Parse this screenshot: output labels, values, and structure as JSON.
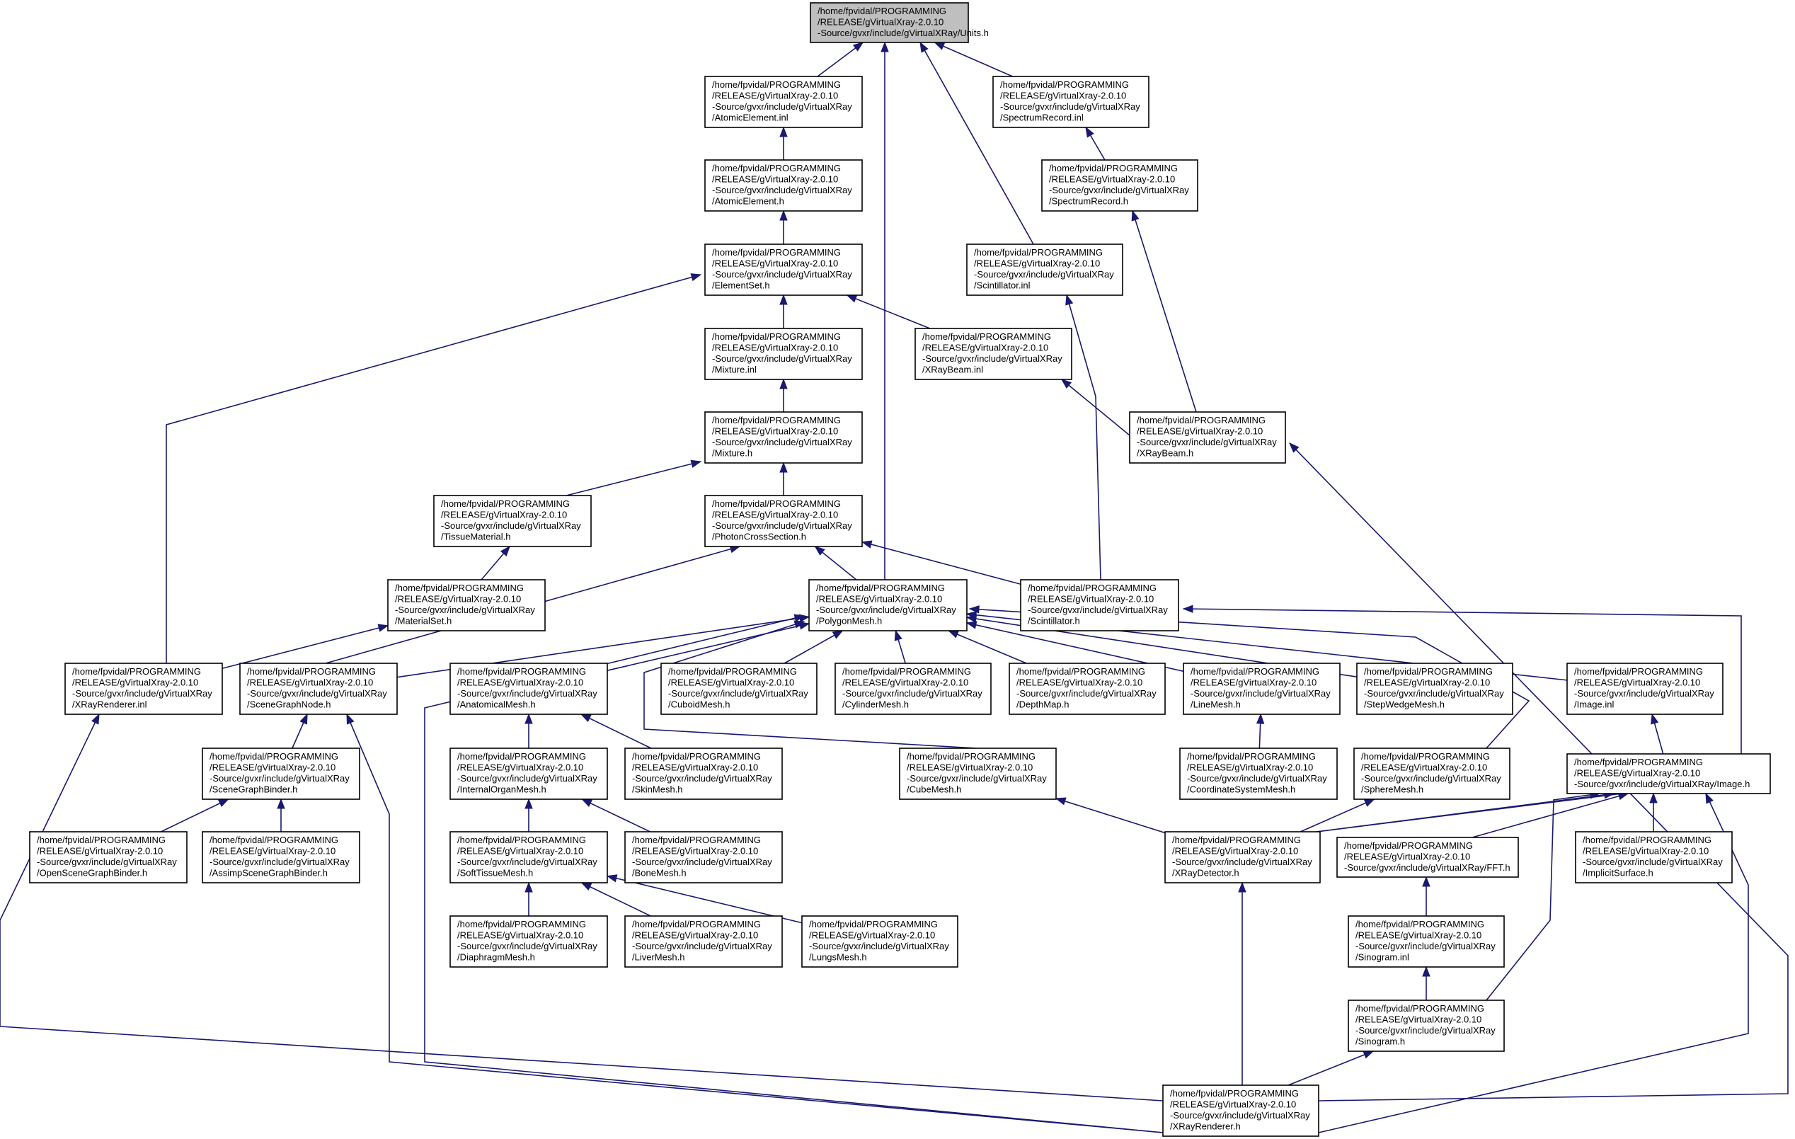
{
  "graph": {
    "type": "include-dependency-graph",
    "edge_color": "#191970",
    "root_fill": "#bfbfbf",
    "node_fill": "#ffffff",
    "nodes": [
      {
        "id": "units_h",
        "root": true,
        "lines": [
          "/home/fpvidal/PROGRAMMING",
          "/RELEASE/gVirtualXray-2.0.10",
          "-Source/gvxr/include/gVirtualXRay/Units.h"
        ]
      },
      {
        "id": "atomicelement_inl",
        "lines": [
          "/home/fpvidal/PROGRAMMING",
          "/RELEASE/gVirtualXray-2.0.10",
          "-Source/gvxr/include/gVirtualXRay",
          "/AtomicElement.inl"
        ]
      },
      {
        "id": "spectrumrecord_inl",
        "lines": [
          "/home/fpvidal/PROGRAMMING",
          "/RELEASE/gVirtualXray-2.0.10",
          "-Source/gvxr/include/gVirtualXRay",
          "/SpectrumRecord.inl"
        ]
      },
      {
        "id": "atomicelement_h",
        "lines": [
          "/home/fpvidal/PROGRAMMING",
          "/RELEASE/gVirtualXray-2.0.10",
          "-Source/gvxr/include/gVirtualXRay",
          "/AtomicElement.h"
        ]
      },
      {
        "id": "spectrumrecord_h",
        "lines": [
          "/home/fpvidal/PROGRAMMING",
          "/RELEASE/gVirtualXray-2.0.10",
          "-Source/gvxr/include/gVirtualXRay",
          "/SpectrumRecord.h"
        ]
      },
      {
        "id": "elementset_h",
        "lines": [
          "/home/fpvidal/PROGRAMMING",
          "/RELEASE/gVirtualXray-2.0.10",
          "-Source/gvxr/include/gVirtualXRay",
          "/ElementSet.h"
        ]
      },
      {
        "id": "scintillator_inl",
        "lines": [
          "/home/fpvidal/PROGRAMMING",
          "/RELEASE/gVirtualXray-2.0.10",
          "-Source/gvxr/include/gVirtualXRay",
          "/Scintillator.inl"
        ]
      },
      {
        "id": "mixture_inl",
        "lines": [
          "/home/fpvidal/PROGRAMMING",
          "/RELEASE/gVirtualXray-2.0.10",
          "-Source/gvxr/include/gVirtualXRay",
          "/Mixture.inl"
        ]
      },
      {
        "id": "xraybeam_inl",
        "lines": [
          "/home/fpvidal/PROGRAMMING",
          "/RELEASE/gVirtualXray-2.0.10",
          "-Source/gvxr/include/gVirtualXRay",
          "/XRayBeam.inl"
        ]
      },
      {
        "id": "mixture_h",
        "lines": [
          "/home/fpvidal/PROGRAMMING",
          "/RELEASE/gVirtualXray-2.0.10",
          "-Source/gvxr/include/gVirtualXRay",
          "/Mixture.h"
        ]
      },
      {
        "id": "xraybeam_h",
        "lines": [
          "/home/fpvidal/PROGRAMMING",
          "/RELEASE/gVirtualXray-2.0.10",
          "-Source/gvxr/include/gVirtualXRay",
          "/XRayBeam.h"
        ]
      },
      {
        "id": "tissuematerial_h",
        "lines": [
          "/home/fpvidal/PROGRAMMING",
          "/RELEASE/gVirtualXray-2.0.10",
          "-Source/gvxr/include/gVirtualXRay",
          "/TissueMaterial.h"
        ]
      },
      {
        "id": "photoncrosssection_h",
        "lines": [
          "/home/fpvidal/PROGRAMMING",
          "/RELEASE/gVirtualXray-2.0.10",
          "-Source/gvxr/include/gVirtualXRay",
          "/PhotonCrossSection.h"
        ]
      },
      {
        "id": "materialset_h",
        "lines": [
          "/home/fpvidal/PROGRAMMING",
          "/RELEASE/gVirtualXray-2.0.10",
          "-Source/gvxr/include/gVirtualXRay",
          "/MaterialSet.h"
        ]
      },
      {
        "id": "polygonmesh_h",
        "lines": [
          "/home/fpvidal/PROGRAMMING",
          "/RELEASE/gVirtualXray-2.0.10",
          "-Source/gvxr/include/gVirtualXRay",
          "/PolygonMesh.h"
        ]
      },
      {
        "id": "scintillator_h",
        "lines": [
          "/home/fpvidal/PROGRAMMING",
          "/RELEASE/gVirtualXray-2.0.10",
          "-Source/gvxr/include/gVirtualXRay",
          "/Scintillator.h"
        ]
      },
      {
        "id": "xrayrenderer_inl",
        "lines": [
          "/home/fpvidal/PROGRAMMING",
          "/RELEASE/gVirtualXray-2.0.10",
          "-Source/gvxr/include/gVirtualXRay",
          "/XRayRenderer.inl"
        ]
      },
      {
        "id": "scenegraphnode_h",
        "lines": [
          "/home/fpvidal/PROGRAMMING",
          "/RELEASE/gVirtualXray-2.0.10",
          "-Source/gvxr/include/gVirtualXRay",
          "/SceneGraphNode.h"
        ]
      },
      {
        "id": "anatomicalmesh_h",
        "lines": [
          "/home/fpvidal/PROGRAMMING",
          "/RELEASE/gVirtualXray-2.0.10",
          "-Source/gvxr/include/gVirtualXRay",
          "/AnatomicalMesh.h"
        ]
      },
      {
        "id": "cuboidmesh_h",
        "lines": [
          "/home/fpvidal/PROGRAMMING",
          "/RELEASE/gVirtualXray-2.0.10",
          "-Source/gvxr/include/gVirtualXRay",
          "/CuboidMesh.h"
        ]
      },
      {
        "id": "cylindermesh_h",
        "lines": [
          "/home/fpvidal/PROGRAMMING",
          "/RELEASE/gVirtualXray-2.0.10",
          "-Source/gvxr/include/gVirtualXRay",
          "/CylinderMesh.h"
        ]
      },
      {
        "id": "depthmap_h",
        "lines": [
          "/home/fpvidal/PROGRAMMING",
          "/RELEASE/gVirtualXray-2.0.10",
          "-Source/gvxr/include/gVirtualXRay",
          "/DepthMap.h"
        ]
      },
      {
        "id": "linemesh_h",
        "lines": [
          "/home/fpvidal/PROGRAMMING",
          "/RELEASE/gVirtualXray-2.0.10",
          "-Source/gvxr/include/gVirtualXRay",
          "/LineMesh.h"
        ]
      },
      {
        "id": "stepwedgemesh_h",
        "lines": [
          "/home/fpvidal/PROGRAMMING",
          "/RELEASE/gVirtualXray-2.0.10",
          "-Source/gvxr/include/gVirtualXRay",
          "/StepWedgeMesh.h"
        ]
      },
      {
        "id": "image_inl",
        "lines": [
          "/home/fpvidal/PROGRAMMING",
          "/RELEASE/gVirtualXray-2.0.10",
          "-Source/gvxr/include/gVirtualXRay",
          "/Image.inl"
        ]
      },
      {
        "id": "scenegraphbinder_h",
        "lines": [
          "/home/fpvidal/PROGRAMMING",
          "/RELEASE/gVirtualXray-2.0.10",
          "-Source/gvxr/include/gVirtualXRay",
          "/SceneGraphBinder.h"
        ]
      },
      {
        "id": "internalorganmesh_h",
        "lines": [
          "/home/fpvidal/PROGRAMMING",
          "/RELEASE/gVirtualXray-2.0.10",
          "-Source/gvxr/include/gVirtualXRay",
          "/InternalOrganMesh.h"
        ]
      },
      {
        "id": "skinmesh_h",
        "lines": [
          "/home/fpvidal/PROGRAMMING",
          "/RELEASE/gVirtualXray-2.0.10",
          "-Source/gvxr/include/gVirtualXRay",
          "/SkinMesh.h"
        ]
      },
      {
        "id": "cubemesh_h",
        "lines": [
          "/home/fpvidal/PROGRAMMING",
          "/RELEASE/gVirtualXray-2.0.10",
          "-Source/gvxr/include/gVirtualXRay",
          "/CubeMesh.h"
        ]
      },
      {
        "id": "coordinatesystemmesh_h",
        "lines": [
          "/home/fpvidal/PROGRAMMING",
          "/RELEASE/gVirtualXray-2.0.10",
          "-Source/gvxr/include/gVirtualXRay",
          "/CoordinateSystemMesh.h"
        ]
      },
      {
        "id": "spheremesh_h",
        "lines": [
          "/home/fpvidal/PROGRAMMING",
          "/RELEASE/gVirtualXray-2.0.10",
          "-Source/gvxr/include/gVirtualXRay",
          "/SphereMesh.h"
        ]
      },
      {
        "id": "image_h",
        "lines": [
          "/home/fpvidal/PROGRAMMING",
          "/RELEASE/gVirtualXray-2.0.10",
          "-Source/gvxr/include/gVirtualXRay/Image.h"
        ]
      },
      {
        "id": "openscenegraphbinder_h",
        "lines": [
          "/home/fpvidal/PROGRAMMING",
          "/RELEASE/gVirtualXray-2.0.10",
          "-Source/gvxr/include/gVirtualXRay",
          "/OpenSceneGraphBinder.h"
        ]
      },
      {
        "id": "assimpscenegraphbinder_h",
        "lines": [
          "/home/fpvidal/PROGRAMMING",
          "/RELEASE/gVirtualXray-2.0.10",
          "-Source/gvxr/include/gVirtualXRay",
          "/AssimpSceneGraphBinder.h"
        ]
      },
      {
        "id": "softtissuemesh_h",
        "lines": [
          "/home/fpvidal/PROGRAMMING",
          "/RELEASE/gVirtualXray-2.0.10",
          "-Source/gvxr/include/gVirtualXRay",
          "/SoftTissueMesh.h"
        ]
      },
      {
        "id": "bonemesh_h",
        "lines": [
          "/home/fpvidal/PROGRAMMING",
          "/RELEASE/gVirtualXray-2.0.10",
          "-Source/gvxr/include/gVirtualXRay",
          "/BoneMesh.h"
        ]
      },
      {
        "id": "xraydetector_h",
        "lines": [
          "/home/fpvidal/PROGRAMMING",
          "/RELEASE/gVirtualXray-2.0.10",
          "-Source/gvxr/include/gVirtualXRay",
          "/XRayDetector.h"
        ]
      },
      {
        "id": "fft_h",
        "lines": [
          "/home/fpvidal/PROGRAMMING",
          "/RELEASE/gVirtualXray-2.0.10",
          "-Source/gvxr/include/gVirtualXRay/FFT.h"
        ]
      },
      {
        "id": "implicitsurface_h",
        "lines": [
          "/home/fpvidal/PROGRAMMING",
          "/RELEASE/gVirtualXray-2.0.10",
          "-Source/gvxr/include/gVirtualXRay",
          "/ImplicitSurface.h"
        ]
      },
      {
        "id": "diaphragmmesh_h",
        "lines": [
          "/home/fpvidal/PROGRAMMING",
          "/RELEASE/gVirtualXray-2.0.10",
          "-Source/gvxr/include/gVirtualXRay",
          "/DiaphragmMesh.h"
        ]
      },
      {
        "id": "livermesh_h",
        "lines": [
          "/home/fpvidal/PROGRAMMING",
          "/RELEASE/gVirtualXray-2.0.10",
          "-Source/gvxr/include/gVirtualXRay",
          "/LiverMesh.h"
        ]
      },
      {
        "id": "lungsmesh_h",
        "lines": [
          "/home/fpvidal/PROGRAMMING",
          "/RELEASE/gVirtualXray-2.0.10",
          "-Source/gvxr/include/gVirtualXRay",
          "/LungsMesh.h"
        ]
      },
      {
        "id": "sinogram_inl",
        "lines": [
          "/home/fpvidal/PROGRAMMING",
          "/RELEASE/gVirtualXray-2.0.10",
          "-Source/gvxr/include/gVirtualXRay",
          "/Sinogram.inl"
        ]
      },
      {
        "id": "sinogram_h",
        "lines": [
          "/home/fpvidal/PROGRAMMING",
          "/RELEASE/gVirtualXray-2.0.10",
          "-Source/gvxr/include/gVirtualXRay",
          "/Sinogram.h"
        ]
      },
      {
        "id": "xrayrenderer_h",
        "lines": [
          "/home/fpvidal/PROGRAMMING",
          "/RELEASE/gVirtualXray-2.0.10",
          "-Source/gvxr/include/gVirtualXRay",
          "/XRayRenderer.h"
        ]
      }
    ],
    "edges": [
      {
        "from": "atomicelement_inl",
        "to": "units_h"
      },
      {
        "from": "polygonmesh_h",
        "to": "units_h"
      },
      {
        "from": "scintillator_inl",
        "to": "units_h"
      },
      {
        "from": "spectrumrecord_inl",
        "to": "units_h"
      },
      {
        "from": "atomicelement_h",
        "to": "atomicelement_inl"
      },
      {
        "from": "spectrumrecord_h",
        "to": "spectrumrecord_inl"
      },
      {
        "from": "elementset_h",
        "to": "atomicelement_h"
      },
      {
        "from": "xraybeam_h",
        "to": "spectrumrecord_h"
      },
      {
        "from": "mixture_inl",
        "to": "elementset_h"
      },
      {
        "from": "xraybeam_inl",
        "to": "elementset_h"
      },
      {
        "from": "xrayrenderer_inl",
        "to": "elementset_h"
      },
      {
        "from": "scintillator_h",
        "to": "scintillator_inl"
      },
      {
        "from": "mixture_h",
        "to": "mixture_inl"
      },
      {
        "from": "xraybeam_h",
        "to": "xraybeam_inl"
      },
      {
        "from": "tissuematerial_h",
        "to": "mixture_h"
      },
      {
        "from": "photoncrosssection_h",
        "to": "mixture_h"
      },
      {
        "from": "xrayrenderer_h",
        "to": "xraybeam_h"
      },
      {
        "from": "materialset_h",
        "to": "tissuematerial_h"
      },
      {
        "from": "polygonmesh_h",
        "to": "photoncrosssection_h"
      },
      {
        "from": "scintillator_h",
        "to": "photoncrosssection_h"
      },
      {
        "from": "scenegraphnode_h",
        "to": "photoncrosssection_h"
      },
      {
        "from": "xrayrenderer_inl",
        "to": "materialset_h"
      },
      {
        "from": "xraydetector_h",
        "to": "scintillator_h"
      },
      {
        "from": "scenegraphnode_h",
        "to": "polygonmesh_h"
      },
      {
        "from": "anatomicalmesh_h",
        "to": "polygonmesh_h"
      },
      {
        "from": "cuboidmesh_h",
        "to": "polygonmesh_h"
      },
      {
        "from": "cylindermesh_h",
        "to": "polygonmesh_h"
      },
      {
        "from": "depthmap_h",
        "to": "polygonmesh_h"
      },
      {
        "from": "linemesh_h",
        "to": "polygonmesh_h"
      },
      {
        "from": "stepwedgemesh_h",
        "to": "polygonmesh_h"
      },
      {
        "from": "image_inl",
        "to": "polygonmesh_h"
      },
      {
        "from": "cubemesh_h",
        "to": "polygonmesh_h"
      },
      {
        "from": "spheremesh_h",
        "to": "polygonmesh_h"
      },
      {
        "from": "xrayrenderer_h",
        "to": "polygonmesh_h"
      },
      {
        "from": "xrayrenderer_h",
        "to": "xrayrenderer_inl"
      },
      {
        "from": "scenegraphbinder_h",
        "to": "scenegraphnode_h"
      },
      {
        "from": "xrayrenderer_h",
        "to": "scenegraphnode_h"
      },
      {
        "from": "internalorganmesh_h",
        "to": "anatomicalmesh_h"
      },
      {
        "from": "skinmesh_h",
        "to": "anatomicalmesh_h"
      },
      {
        "from": "coordinatesystemmesh_h",
        "to": "linemesh_h"
      },
      {
        "from": "image_h",
        "to": "image_inl"
      },
      {
        "from": "openscenegraphbinder_h",
        "to": "scenegraphbinder_h"
      },
      {
        "from": "assimpscenegraphbinder_h",
        "to": "scenegraphbinder_h"
      },
      {
        "from": "softtissuemesh_h",
        "to": "internalorganmesh_h"
      },
      {
        "from": "bonemesh_h",
        "to": "internalorganmesh_h"
      },
      {
        "from": "xraydetector_h",
        "to": "cubemesh_h"
      },
      {
        "from": "xraydetector_h",
        "to": "spheremesh_h"
      },
      {
        "from": "xraydetector_h",
        "to": "image_h"
      },
      {
        "from": "fft_h",
        "to": "image_h"
      },
      {
        "from": "implicitsurface_h",
        "to": "image_h"
      },
      {
        "from": "sinogram_h",
        "to": "image_h"
      },
      {
        "from": "xrayrenderer_h",
        "to": "image_h"
      },
      {
        "from": "diaphragmmesh_h",
        "to": "softtissuemesh_h"
      },
      {
        "from": "livermesh_h",
        "to": "softtissuemesh_h"
      },
      {
        "from": "lungsmesh_h",
        "to": "softtissuemesh_h"
      },
      {
        "from": "xrayrenderer_h",
        "to": "xraydetector_h"
      },
      {
        "from": "sinogram_inl",
        "to": "fft_h"
      },
      {
        "from": "sinogram_h",
        "to": "sinogram_inl"
      },
      {
        "from": "xrayrenderer_h",
        "to": "sinogram_h"
      }
    ]
  }
}
